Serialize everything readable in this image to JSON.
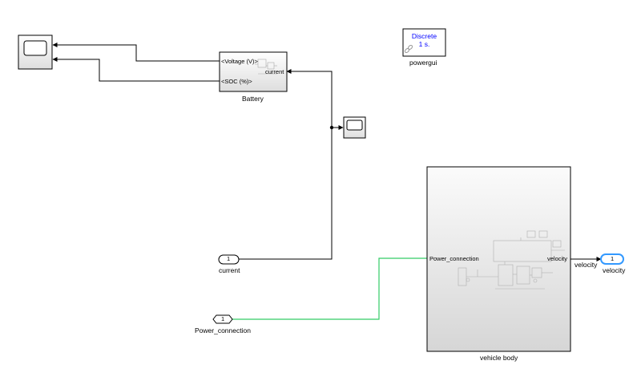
{
  "diagram": {
    "blocks": {
      "scope_left": {
        "type": "Scope"
      },
      "scope_mid": {
        "type": "Scope"
      },
      "battery": {
        "name": "Battery",
        "port_voltage": "<Voltage (V)>",
        "port_soc": "<SOC (%)>",
        "port_current": "current"
      },
      "powergui": {
        "name": "powergui",
        "line1": "Discrete",
        "line2": "1 s."
      },
      "inport_current": {
        "number": "1",
        "name": "current"
      },
      "conn_power": {
        "number": "1",
        "name": "Power_connection"
      },
      "vehicle_body": {
        "name": "vehicle body",
        "port_in": "Power_connection",
        "port_out": "velocity"
      },
      "outport_velocity": {
        "number": "1",
        "name": "velocity"
      },
      "signal_velocity": {
        "label": "velocity"
      }
    },
    "colors": {
      "physical_line": "#33cc66",
      "signal_line": "#000000",
      "outport_highlight": "#3399ff",
      "powergui_text": "#0000ff"
    }
  }
}
